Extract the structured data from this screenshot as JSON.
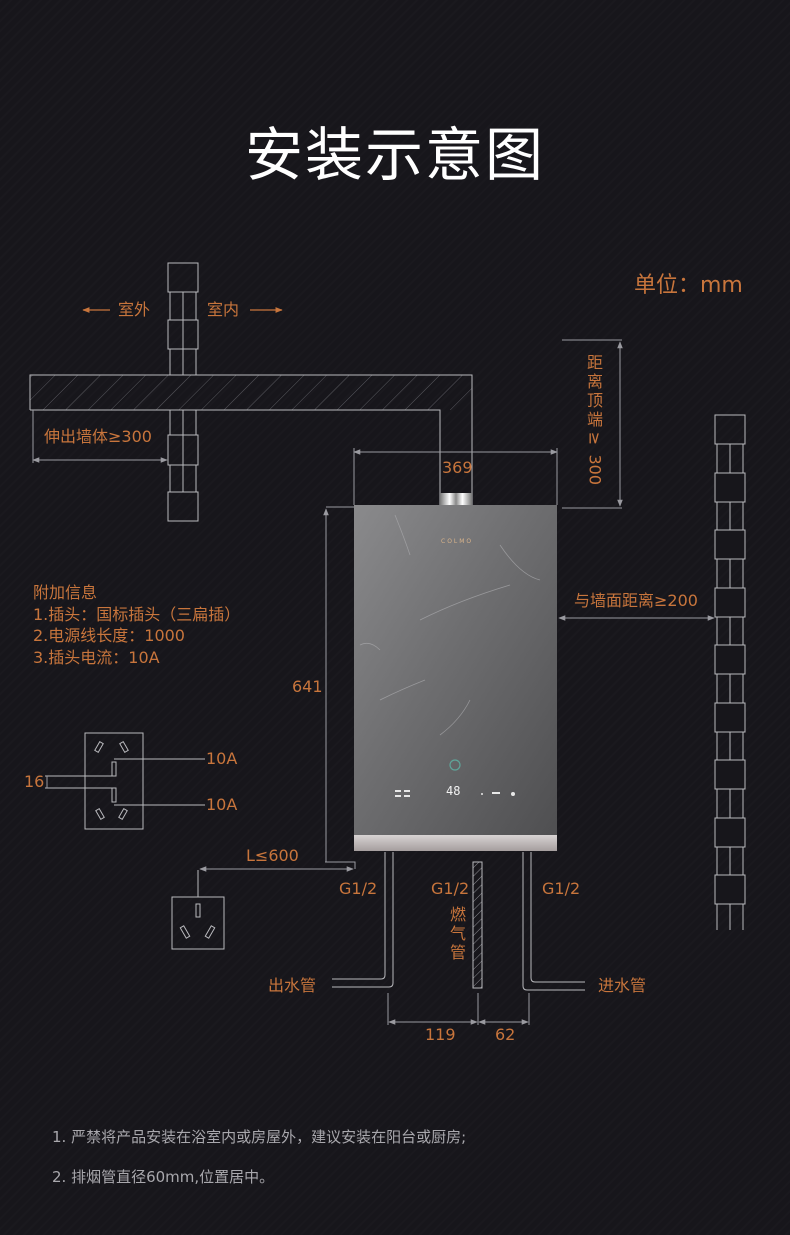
{
  "title": "安装示意图",
  "unit_label": "单位：mm",
  "colors": {
    "background": "#17161b",
    "accent": "#c8753c",
    "line": "#b9b9bd",
    "title": "#ffffff",
    "note": "#a9a8ad"
  },
  "direction": {
    "outdoor": "← 室外",
    "indoor": "室内 →"
  },
  "dimensions": {
    "wall_extension": "伸出墙体≥300",
    "width": "369",
    "height": "641",
    "top_clearance_chars": [
      "距",
      "离",
      "顶",
      "端",
      "≥",
      "300"
    ],
    "side_clearance": "与墙面距离≥200",
    "cable_length": "L≤600",
    "outlet_to_gas": "119",
    "gas_to_inlet": "62",
    "pin_spacing": "16"
  },
  "additional_info": {
    "heading": "附加信息",
    "items": [
      "1.插头：国标插头（三扁插）",
      "2.电源线长度：1000",
      "3.插头电流：10A"
    ]
  },
  "plug_labels": [
    "10A",
    "10A"
  ],
  "pipes": {
    "outlet_thread": "G1/2",
    "gas_thread": "G1/2",
    "inlet_thread": "G1/2",
    "gas_pipe_chars": [
      "燃",
      "气",
      "管"
    ],
    "outlet_label": "出水管",
    "inlet_label": "进水管"
  },
  "heater": {
    "brand": "COLMO",
    "display": "48"
  },
  "notes": [
    "1. 严禁将产品安装在浴室内或房屋外，建议安装在阳台或厨房;",
    "2. 排烟管直径60mm,位置居中。"
  ]
}
